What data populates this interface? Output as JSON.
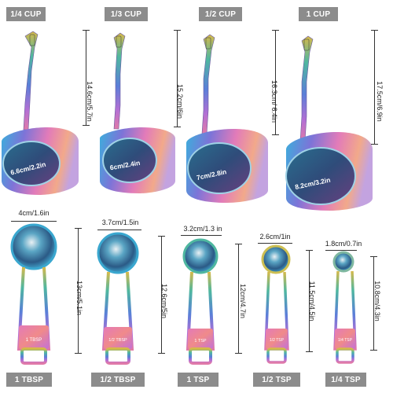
{
  "cups": [
    {
      "label": "1/4 CUP",
      "length": "14.6cm/5.7in",
      "diameter": "6.6cm/2.2in"
    },
    {
      "label": "1/3 CUP",
      "length": "15.2cm/6in",
      "diameter": "6cm/2.4in"
    },
    {
      "label": "1/2 CUP",
      "length": "16.3cm/ 6.4in",
      "diameter": "7cm/2.8in"
    },
    {
      "label": "1 CUP",
      "length": "17.5cm/6.9in",
      "diameter": "8.2cm/3.2in"
    }
  ],
  "spoons": [
    {
      "label": "1 TBSP",
      "width": "4cm/1.6in",
      "length": "13cm/5.1in",
      "engraving": "1 TBSP"
    },
    {
      "label": "1/2 TBSP",
      "width": "3.7cm/1.5in",
      "length": "12.6cm/5in",
      "engraving": "1/2 TBSP"
    },
    {
      "label": "1 TSP",
      "width": "3.2cm/1.3 in",
      "length": "12cm/4.7in",
      "engraving": "1 TSP"
    },
    {
      "label": "1/2 TSP",
      "width": "2.6cm/1in",
      "length": "11.5cm/4.5in",
      "engraving": "1/2 TSP"
    },
    {
      "label": "1/4 TSP",
      "width": "1.8cm/0.7in",
      "length": "10.8cm/4.3in",
      "engraving": "1/4 TSP"
    }
  ],
  "colors": {
    "tag_bg": "#8c8c8c",
    "iridescent": [
      "#3fb6d8",
      "#8a6fd6",
      "#e47ab8",
      "#f0b27a",
      "#9fd27a"
    ]
  }
}
